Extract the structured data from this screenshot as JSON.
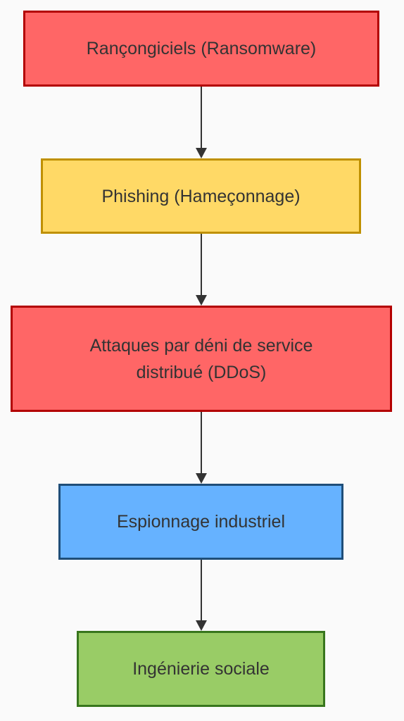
{
  "diagram": {
    "nodes": [
      {
        "id": "n1",
        "label": "Rançongiciels (Ransomware)",
        "fill": "#ff6666",
        "stroke": "#b30000"
      },
      {
        "id": "n2",
        "label": "Phishing (Hameçonnage)",
        "fill": "#ffd966",
        "stroke": "#bf9000"
      },
      {
        "id": "n3",
        "label": "Attaques par déni de service distribué (DDoS)",
        "fill": "#ff6666",
        "stroke": "#b30000"
      },
      {
        "id": "n4",
        "label": "Espionnage industriel",
        "fill": "#66b2ff",
        "stroke": "#1f4e79"
      },
      {
        "id": "n5",
        "label": "Ingénierie sociale",
        "fill": "#99cc66",
        "stroke": "#38761d"
      }
    ],
    "edges": [
      {
        "from": "n1",
        "to": "n2"
      },
      {
        "from": "n2",
        "to": "n3"
      },
      {
        "from": "n3",
        "to": "n4"
      },
      {
        "from": "n4",
        "to": "n5"
      }
    ],
    "edge_color": "#333333",
    "text_color": "#333333"
  }
}
